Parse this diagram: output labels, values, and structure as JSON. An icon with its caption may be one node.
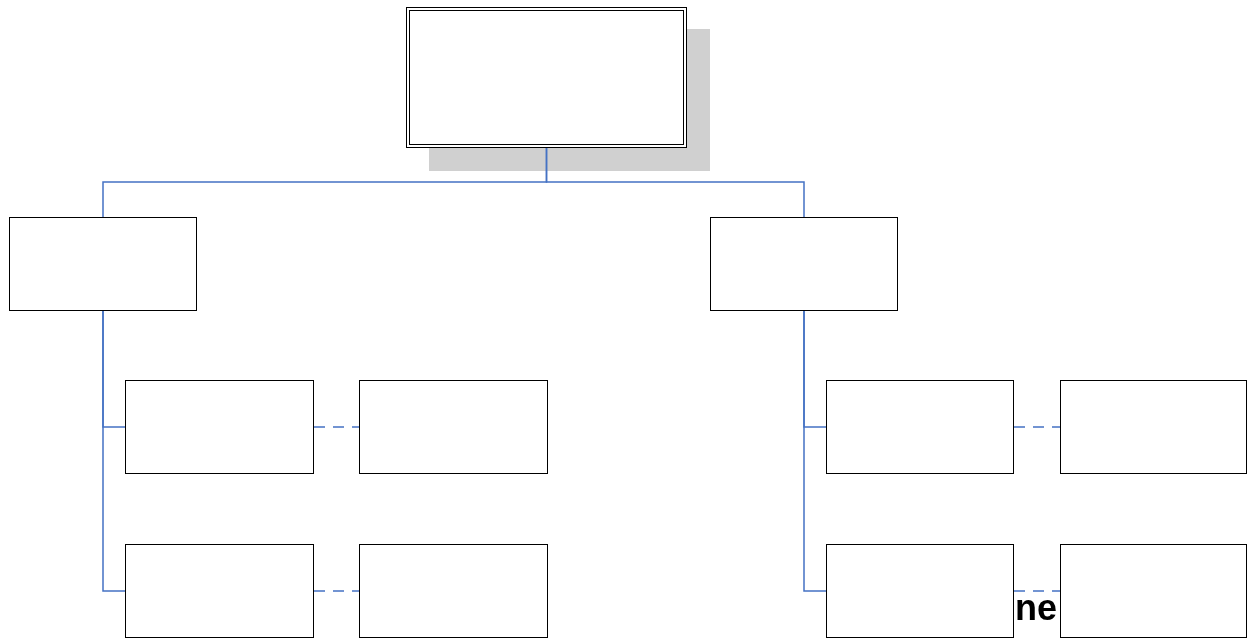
{
  "diagram": {
    "nodes": [
      {
        "text": [],
        "shape": "box"
      },
      {
        "text": [],
        "shape": "box"
      },
      {
        "text": [],
        "shape": "box"
      },
      {
        "text": [],
        "shape": "box"
      },
      {
        "text": [],
        "shape": "box"
      },
      {
        "text": [],
        "shape": "box"
      },
      {
        "text": [],
        "shape": "box"
      },
      {
        "text": [],
        "shape": "box"
      },
      {
        "text": [],
        "shape": "box"
      },
      {
        "text": [],
        "shape": "box"
      },
      {
        "text": [],
        "shape": "box"
      }
    ],
    "edges": [
      {
        "from": 0,
        "to": 1,
        "arrow": "none"
      },
      {
        "from": 0,
        "to": 2,
        "arrow": "none"
      },
      {
        "from": 1,
        "to": 3,
        "arrow": "none"
      },
      {
        "from": 1,
        "to": 7,
        "arrow": "none"
      },
      {
        "from": 2,
        "to": 5,
        "arrow": "none"
      },
      {
        "from": 2,
        "to": 9,
        "arrow": "none"
      },
      {
        "from": 3,
        "to": 4,
        "arrow": "none",
        "style": "dashed"
      },
      {
        "from": 7,
        "to": 8,
        "arrow": "none",
        "style": "dashed"
      },
      {
        "from": 5,
        "to": 6,
        "arrow": "none",
        "style": "dashed"
      },
      {
        "from": 9,
        "to": 10,
        "arrow": "none",
        "style": "dashed"
      }
    ],
    "labels": [
      "ne"
    ]
  }
}
